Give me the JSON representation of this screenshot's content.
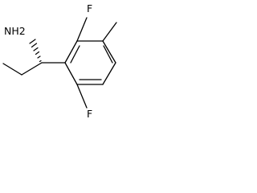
{
  "molecule": {
    "atom_labels": {
      "amine": "NH2",
      "fluorine_top": "F",
      "fluorine_bottom": "F"
    },
    "bond_color": "#000000",
    "background_color": "#ffffff"
  }
}
